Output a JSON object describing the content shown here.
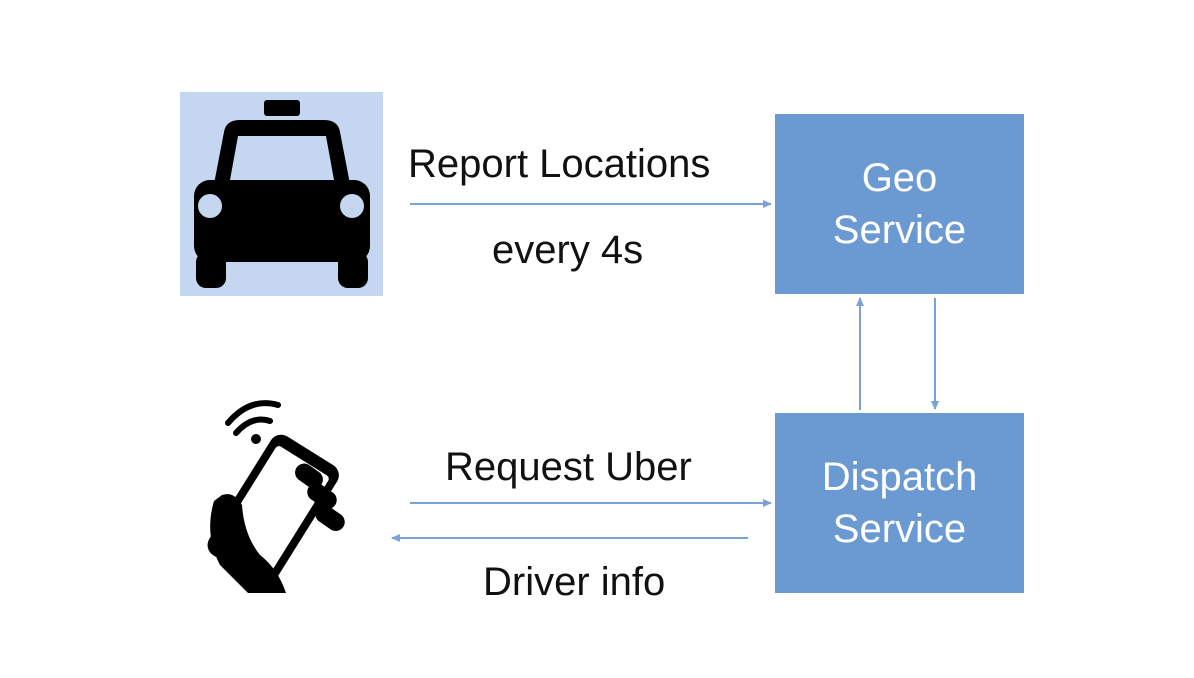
{
  "diagram": {
    "geo_service": {
      "line1": "Geo",
      "line2": "Service"
    },
    "dispatch_service": {
      "line1": "Dispatch",
      "line2": "Service"
    },
    "report_label": "Report Locations",
    "interval_label": "every 4s",
    "request_label": "Request Uber",
    "driver_info_label": "Driver info",
    "icons": {
      "driver": "taxi-icon",
      "rider": "smartphone-in-hand-icon"
    },
    "colors": {
      "box": "#6b9ad2",
      "box_text": "#ffffff",
      "arrow": "#7ba2d6",
      "taxi_bg": "#c5d7f0"
    }
  }
}
